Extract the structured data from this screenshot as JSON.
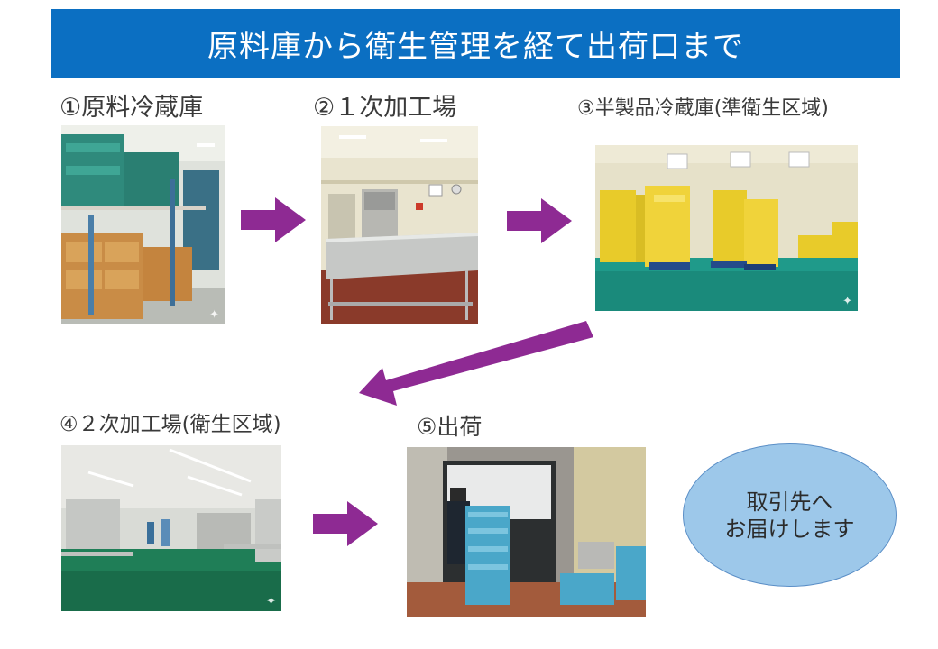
{
  "title": "原料庫から衛生管理を経て出荷口まで",
  "steps": [
    {
      "label": "①原料冷蔵庫",
      "photo": "raw-material-refrigerator-photo"
    },
    {
      "label": "②１次加工場",
      "photo": "primary-processing-room-photo"
    },
    {
      "label": "③半製品冷蔵庫(準衛生区域)",
      "photo": "semi-finished-refrigerator-photo"
    },
    {
      "label": "④２次加工場(衛生区域)",
      "photo": "secondary-processing-room-photo"
    },
    {
      "label": "⑤出荷",
      "photo": "shipping-dock-photo"
    }
  ],
  "destination": {
    "line1": "取引先へ",
    "line2": "お届けします"
  },
  "colors": {
    "title_bg": "#0b6fc2",
    "arrow": "#8e2a93",
    "oval_fill": "#9dc8ea",
    "oval_border": "#5b8fc7"
  }
}
